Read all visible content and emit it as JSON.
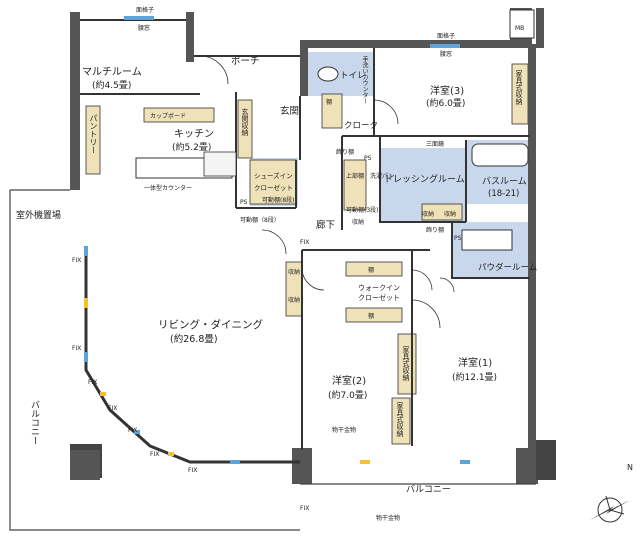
{
  "rooms": {
    "multi_room": {
      "name": "マルチルーム",
      "size": "(約4.5畳)"
    },
    "porch": "ポーチ",
    "western3": {
      "name": "洋室(3)",
      "size": "(約6.0畳)"
    },
    "toilet": "トイレ",
    "closet": "クローク",
    "entrance": "玄関",
    "kitchen": {
      "name": "キッチン",
      "size": "(約5.2畳)"
    },
    "dressing": "ドレッシングルーム",
    "bathroom": {
      "name": "バスルーム",
      "size": "(18-21)"
    },
    "powder": "パウダールーム",
    "hallway": "廊下",
    "living": {
      "name": "リビング・ダイニング",
      "size": "(約26.8畳)"
    },
    "walkin": {
      "line1": "ウォークイン",
      "line2": "クローゼット"
    },
    "western2": {
      "name": "洋室(2)",
      "size": "(約7.0畳)"
    },
    "western1": {
      "name": "洋室(1)",
      "size": "(約12.1畳)"
    },
    "outdoor_unit": "室外機置場",
    "balcony_left": "バルコニー",
    "balcony_bottom": "バルコニー"
  },
  "fixtures": {
    "lattice_top_left": "面格子",
    "lattice_top_right": "面格子",
    "window_top_left": "腰窓",
    "window_top_right": "腰窓",
    "mb": "MB",
    "cupboard": "カップボード",
    "pantry": "パントリー",
    "counter": "一体型カウンター",
    "entrance_storage": "玄関収納",
    "movable_shelf_8": "可動棚（8段）",
    "shoe_in_l1": "シューズイン",
    "shoe_in_l2": "クローゼット",
    "movable_shelf_8b": "可動棚(8段)",
    "ps1": "PS",
    "ps2": "PS",
    "ps3": "PS",
    "decor_shelf1": "飾り棚",
    "decor_shelf2": "飾り棚",
    "shelf_toilet": "棚",
    "shelf_wic_top": "棚",
    "shelf_wic_bottom": "棚",
    "upper_shelf": "上部棚",
    "washing_pan": "洗濯パン",
    "movable_shelf_3": "可動棚(3段)",
    "storage_a": "収納",
    "storage_b": "収納",
    "storage_c": "収納",
    "storage_d": "収納",
    "storage_e": "収納",
    "three_sided_mirror": "三面鏡",
    "furniture_storage1": "家具式収納",
    "furniture_storage2": "家具式収納",
    "furniture_storage3": "家具式収納",
    "hand_wash": "手洗いカウンター",
    "laundry_hanger1": "物干金物",
    "laundry_hanger2": "物干金物",
    "fix_labels": [
      "FIX",
      "FIX",
      "FIX",
      "FIX",
      "FIX",
      "FIX",
      "FIX",
      "FIX",
      "FIX"
    ],
    "compass_n": "N"
  },
  "colors": {
    "wall": "#555555",
    "wall_dark": "#3a3a3a",
    "storage_fill": "#efe2b8",
    "wet_area_fill": "#c9d7ec",
    "window_blue": "#5fa4d8",
    "window_yellow": "#f2c230",
    "line": "#333333"
  }
}
